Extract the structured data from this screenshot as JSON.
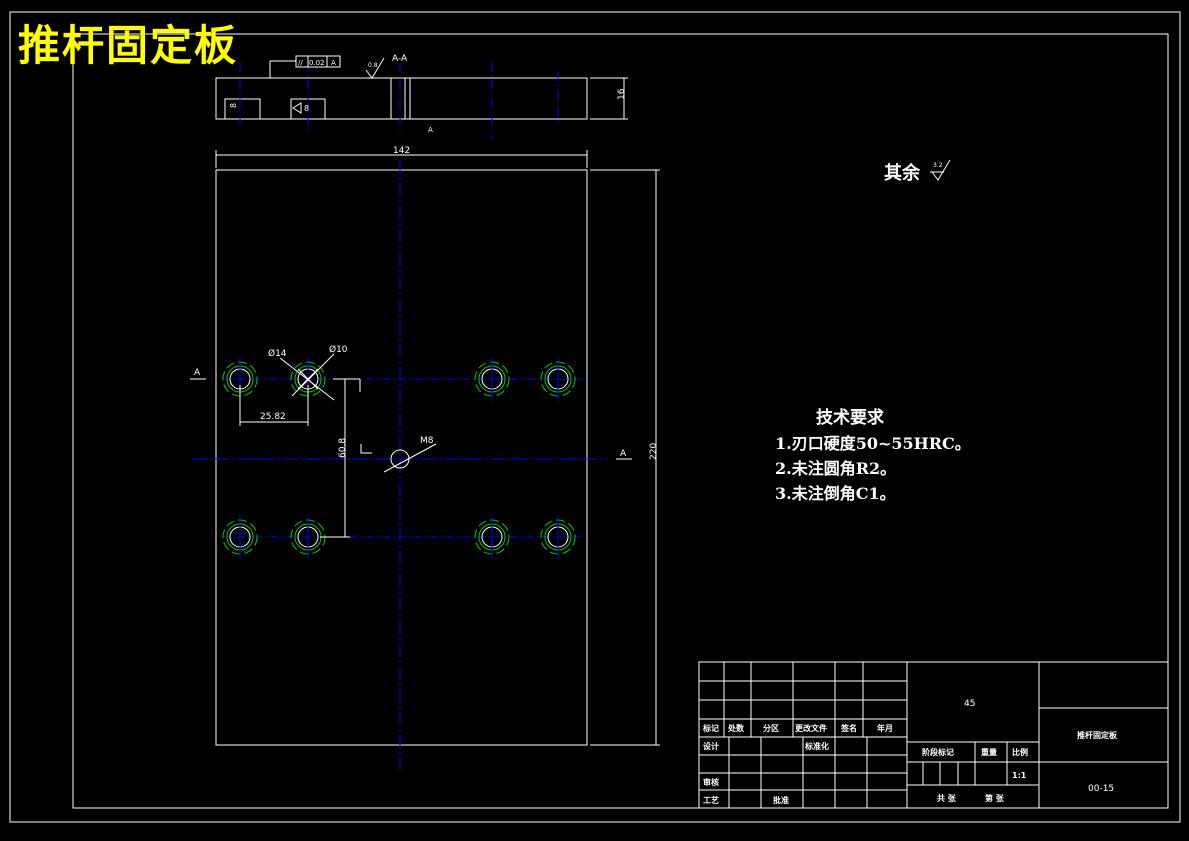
{
  "drawing_title": "推杆固定板",
  "colors": {
    "background": "#000000",
    "outline": "#ffffff",
    "centerline": "#0000ff",
    "hole_green": "#00cc00",
    "title": "#ffff00"
  },
  "section": {
    "label": "A-A",
    "height_dim": "16",
    "tolerance_symbol": "//",
    "tolerance_value": "0.02",
    "tolerance_datum": "A",
    "finish_value": "0.8",
    "left_inner_dim": "8",
    "right_inner_dim": "8",
    "datum_below": "A"
  },
  "plan": {
    "width_dim": "142",
    "height_dim": "220",
    "hole_large_label": "Ø14",
    "hole_small_label": "Ø10",
    "pitch_x_dim": "25.82",
    "pitch_y_dim": "60.8",
    "center_hole_label": "M8",
    "section_marker_left": "A",
    "section_marker_right": "A"
  },
  "surface_note": {
    "text": "其余",
    "value": "3.2"
  },
  "technical_requirements": {
    "heading": "技术要求",
    "items": [
      "1.刃口硬度50~55HRC。",
      "2.未注圆角R2。",
      "3.未注倒角C1。"
    ]
  },
  "title_block": {
    "material": "45",
    "part_name": "推杆固定板",
    "drawing_number": "00-15",
    "scale": "1:1",
    "headers": [
      "标记",
      "处数",
      "分区",
      "更改文件",
      "签名",
      "年月"
    ],
    "design": "设计",
    "standardize": "标准化",
    "stage_mark": "阶段标记",
    "weight": "重量",
    "ratio": "比例",
    "review": "审核",
    "process": "工艺",
    "approve": "批准",
    "total_sheets": "共  张",
    "sheet_no": "第  张"
  }
}
